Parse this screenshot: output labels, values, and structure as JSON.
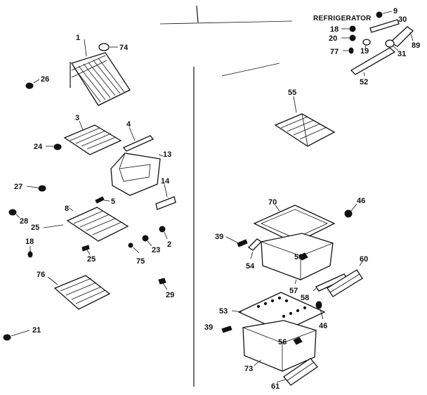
{
  "diagram": {
    "title": "REFRIGERATOR",
    "callouts": {
      "c1": "1",
      "c74": "74",
      "c26": "26",
      "c3": "3",
      "c4": "4",
      "c24": "24",
      "c13": "13",
      "c27": "27",
      "c14": "14",
      "c5": "5",
      "c28": "28",
      "c8": "8",
      "c25a": "25",
      "c18": "18",
      "c25b": "25",
      "c75": "75",
      "c23": "23",
      "c2": "2",
      "c76": "76",
      "c29": "29",
      "c21": "21",
      "c9": "9",
      "c30": "30",
      "c18r": "18",
      "c20": "20",
      "c19": "19",
      "c31": "31",
      "c89": "89",
      "c77": "77",
      "c52": "52",
      "c55": "55",
      "c70": "70",
      "c46a": "46",
      "c39a": "39",
      "c54": "54",
      "c56a": "56",
      "c60": "60",
      "c57": "57",
      "c58": "58",
      "c53": "53",
      "c46b": "46",
      "c39b": "39",
      "c56b": "56",
      "c73": "73",
      "c61": "61"
    }
  }
}
